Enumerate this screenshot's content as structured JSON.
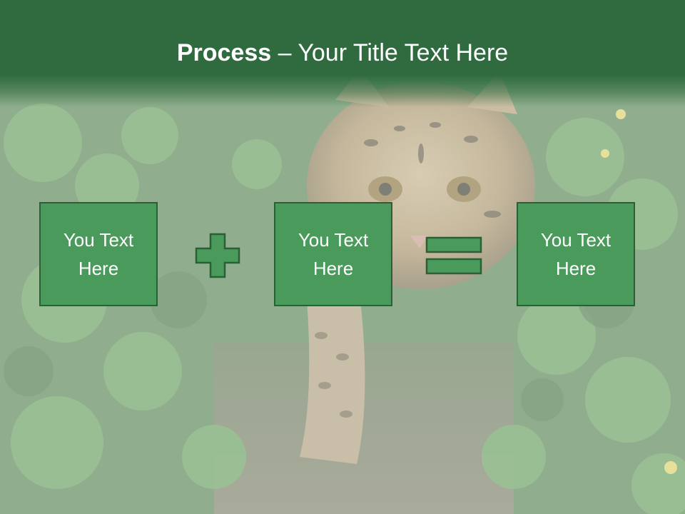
{
  "title": {
    "bold": "Process",
    "rest": " – Your Title Text Here"
  },
  "boxes": [
    {
      "text": "You Text Here"
    },
    {
      "text": "You Text Here"
    },
    {
      "text": "You Text Here"
    }
  ],
  "operators": [
    "plus-icon",
    "equals-icon"
  ],
  "colors": {
    "title_band": "#2f6b3e",
    "box_fill": "#4a9a5b",
    "box_border": "#2b5f36",
    "text": "#ffffff"
  },
  "background": "ocelot-in-foliage-photo"
}
